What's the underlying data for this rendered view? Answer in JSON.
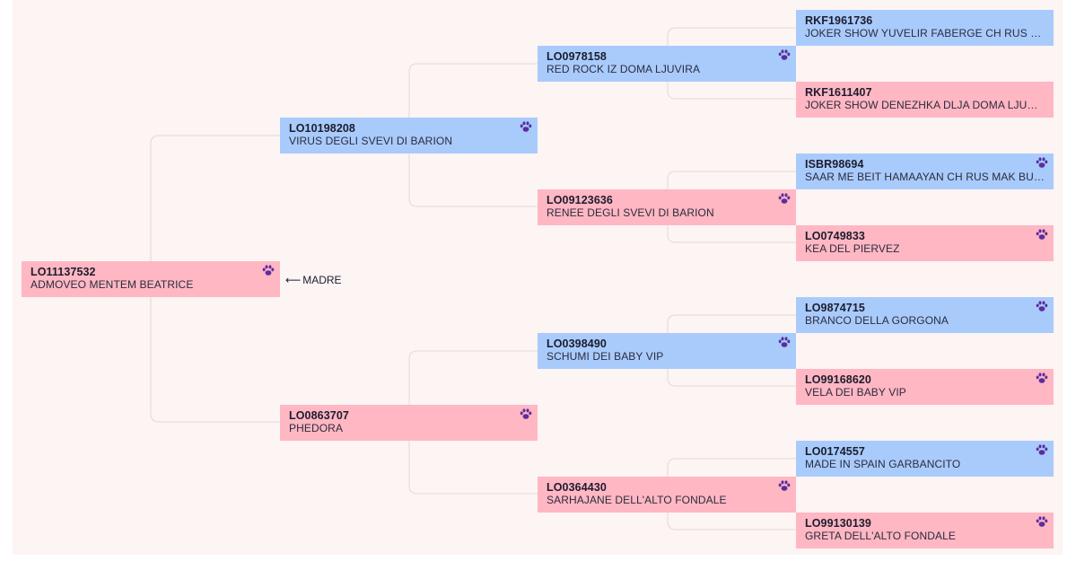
{
  "subject_label": "MADRE",
  "arrow_glyph": "⟵",
  "colors": {
    "male": "#a9cbfc",
    "female": "#ffb7c3",
    "paw": "#5b2d9e",
    "line": "#e4d8d8",
    "background": "#fdf4f4"
  },
  "pedigree": {
    "subject": {
      "code": "LO11137532",
      "name": "ADMOVEO MENTEM BEATRICE",
      "sex": "female"
    },
    "sire": {
      "code": "LO10198208",
      "name": "VIRUS DEGLI SVEVI DI BARION",
      "sex": "male"
    },
    "dam": {
      "code": "LO0863707",
      "name": "PHEDORA",
      "sex": "female"
    },
    "sire_sire": {
      "code": "LO0978158",
      "name": "RED ROCK IZ DOMA LJUVIRA",
      "sex": "male"
    },
    "sire_dam": {
      "code": "LO09123636",
      "name": "RENEE DEGLI SVEVI DI BARION",
      "sex": "female"
    },
    "dam_sire": {
      "code": "LO0398490",
      "name": "SCHUMI DEI BABY VIP",
      "sex": "male"
    },
    "dam_dam": {
      "code": "LO0364430",
      "name": "SARHAJANE DELL'ALTO FONDALE",
      "sex": "female"
    },
    "ss_sire": {
      "code": "RKF1961736",
      "name": "JOKER SHOW YUVELIR FABERGE CH RUS UKR",
      "sex": "male"
    },
    "ss_dam": {
      "code": "RKF1611407",
      "name": "JOKER SHOW DENEZHKA DLJA DOMA LJUVIRA",
      "sex": "female"
    },
    "sd_sire": {
      "code": "ISBR98694",
      "name": "SAAR ME BEIT HAMAAYAN CH RUS MAK BUL GR",
      "sex": "male"
    },
    "sd_dam": {
      "code": "LO0749833",
      "name": "KEA DEL PIERVEZ",
      "sex": "female"
    },
    "ds_sire": {
      "code": "LO9874715",
      "name": "BRANCO DELLA GORGONA",
      "sex": "male"
    },
    "ds_dam": {
      "code": "LO99168620",
      "name": "VELA DEI BABY VIP",
      "sex": "female"
    },
    "dd_sire": {
      "code": "LO0174557",
      "name": "MADE IN SPAIN GARBANCITO",
      "sex": "male"
    },
    "dd_dam": {
      "code": "LO99130139",
      "name": "GRETA DELL'ALTO FONDALE",
      "sex": "female"
    }
  }
}
